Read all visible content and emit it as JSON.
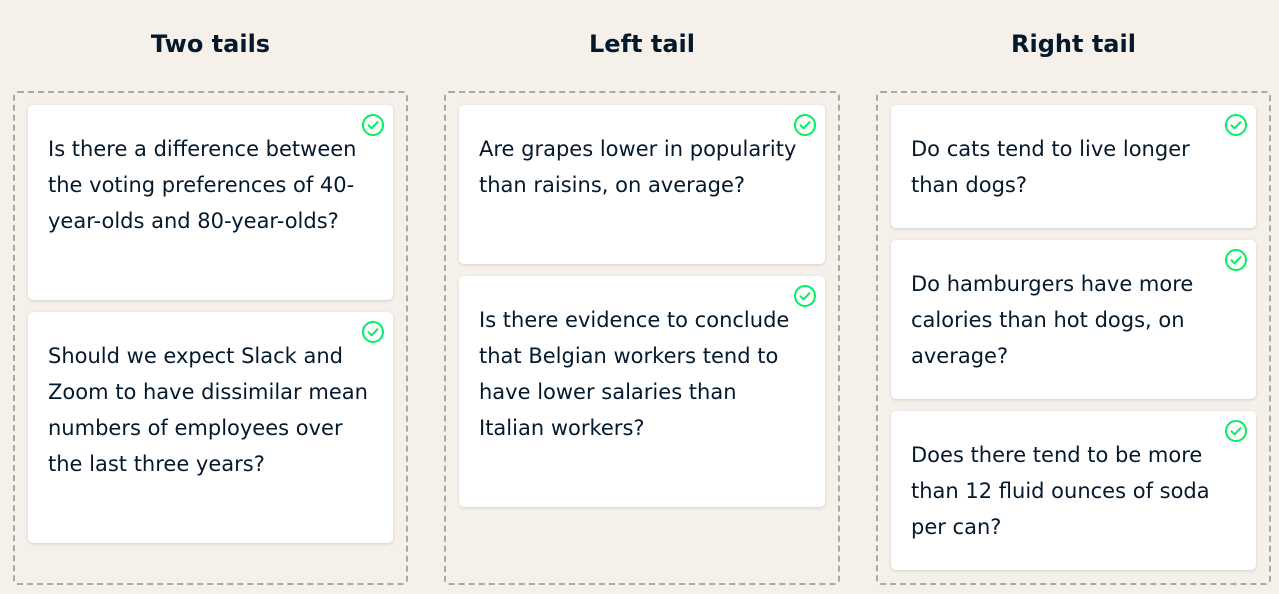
{
  "columns": [
    {
      "title": "Two tails",
      "cards": [
        {
          "text": "Is there a difference between the voting preferences of 40-year-olds and 80-year-olds?"
        },
        {
          "text": "Should we expect Slack and Zoom to have dissimilar mean numbers of employees over the last three years?"
        }
      ]
    },
    {
      "title": "Left tail",
      "cards": [
        {
          "text": "Are grapes lower in popularity than raisins, on average?"
        },
        {
          "text": "Is there evidence to conclude that Belgian workers tend to have lower salaries than Italian workers?"
        }
      ]
    },
    {
      "title": "Right tail",
      "cards": [
        {
          "text": "Do cats tend to live longer than dogs?"
        },
        {
          "text": "Do hamburgers have more calories than hot dogs, on average?"
        },
        {
          "text": "Does there tend to be more than 12 fluid ounces of soda per can?"
        }
      ]
    }
  ],
  "card_icon": "check-circle-icon",
  "colors": {
    "background": "#f5f1ea",
    "text": "#05192d",
    "check": "#03ef62",
    "dropzone_border": "#a9a9a9",
    "card": "#ffffff"
  }
}
